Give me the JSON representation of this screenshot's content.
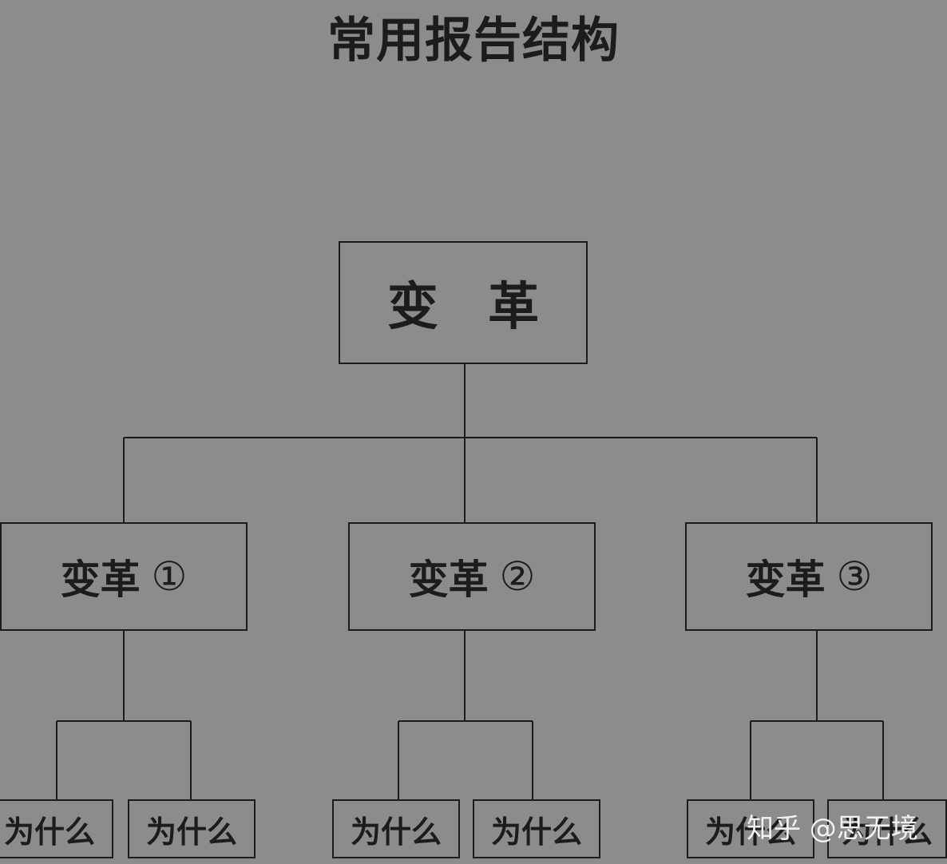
{
  "title": "常用报告结构",
  "root": {
    "label": "变 革"
  },
  "branches": [
    {
      "label": "变革",
      "marker": "①",
      "leaves": [
        "为什么",
        "为什么"
      ]
    },
    {
      "label": "变革",
      "marker": "②",
      "leaves": [
        "为什么",
        "为什么"
      ]
    },
    {
      "label": "变革",
      "marker": "③",
      "leaves": [
        "为什么",
        "为什么"
      ]
    }
  ],
  "watermark": "知乎 @思无境"
}
